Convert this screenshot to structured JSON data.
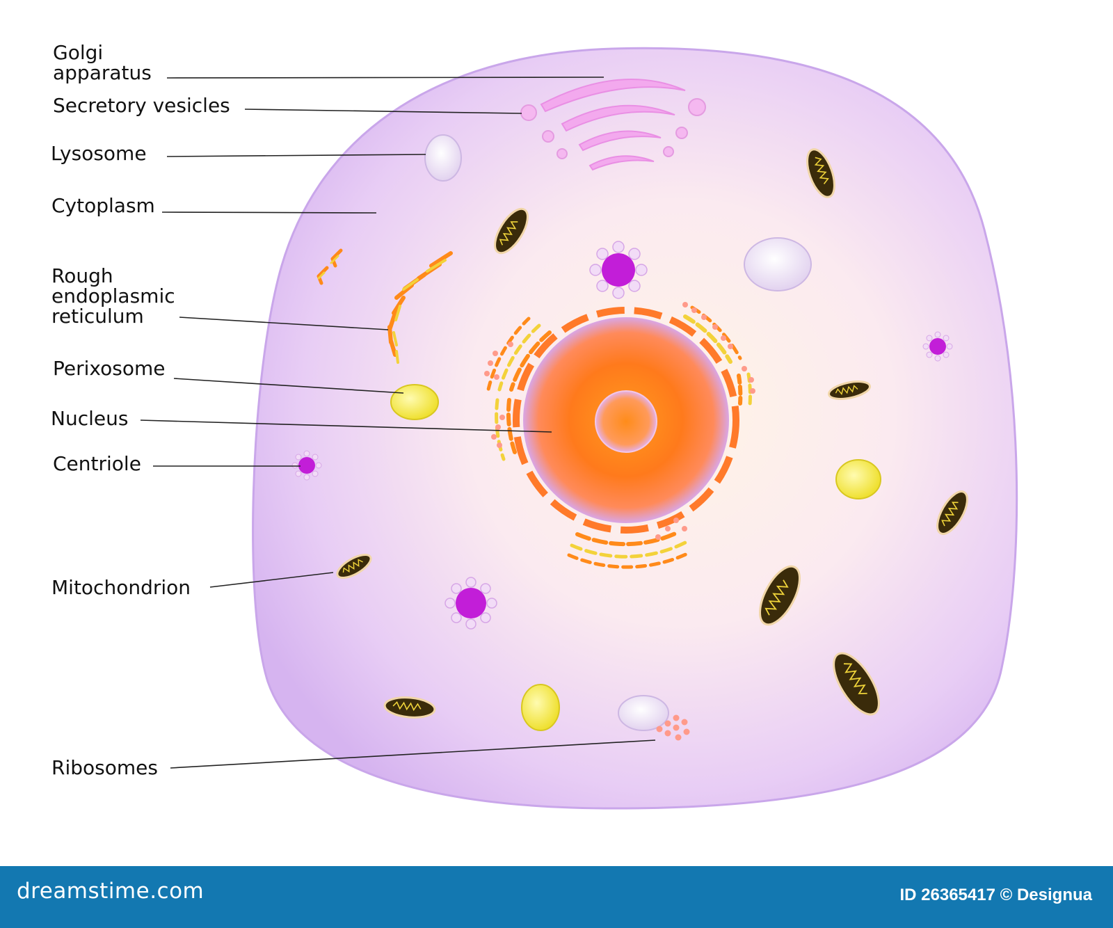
{
  "labels": {
    "golgi": "Golgi\napparatus",
    "secretory": "Secretory vesicles",
    "lysosome": "Lysosome",
    "cytoplasm": "Cytoplasm",
    "rough_er": "Rough\nendoplasmic\nreticulum",
    "perixosome": "Perixosome",
    "nucleus": "Nucleus",
    "centriole": "Centriole",
    "mitochondrion": "Mitochondrion",
    "ribosomes": "Ribosomes"
  },
  "footer": {
    "site": "dreamstime.com",
    "credit": "ID 26365417 © Designua"
  },
  "colors": {
    "cell_membrane": "#d8b8f2",
    "cytoplasm_center": "#fdf1e4",
    "nucleus": "#ff7a1a",
    "centriole": "#c020d8",
    "mitochondrion": "#3b2d0a",
    "perixosome": "#f5e94a",
    "golgi": "#f2a8ec",
    "footer": "#1378b1"
  }
}
